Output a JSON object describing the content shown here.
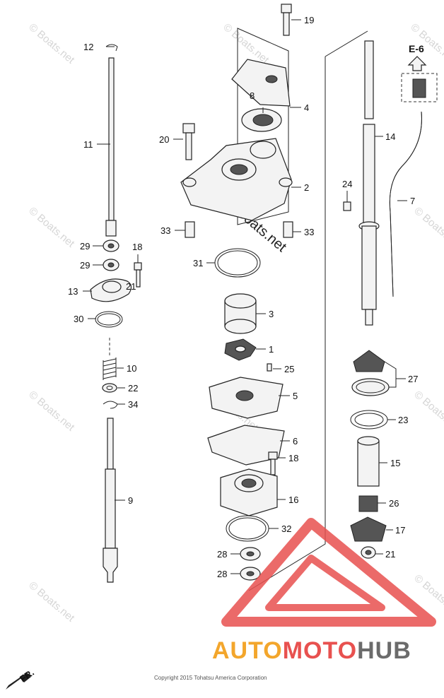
{
  "section_ref": "E-6",
  "watermark": "© Boats.net",
  "copyright": "Copyright 2015 Tohatsu America Corporation",
  "front_marker": "FR.",
  "brand": {
    "part1": "AUTO",
    "part2": "MOTO",
    "part3": "HUB"
  },
  "callouts": [
    "1",
    "2",
    "3",
    "4",
    "5",
    "6",
    "7",
    "8",
    "9",
    "10",
    "11",
    "12",
    "13",
    "14",
    "15",
    "16",
    "17",
    "18",
    "19",
    "20",
    "21",
    "22",
    "23",
    "24",
    "25",
    "26",
    "27",
    "28",
    "29",
    "30",
    "31",
    "32",
    "33",
    "34"
  ],
  "colors": {
    "logo_red": "#e8514f",
    "logo_orange": "#f3a62c",
    "logo_gray": "#6b6b6b"
  }
}
